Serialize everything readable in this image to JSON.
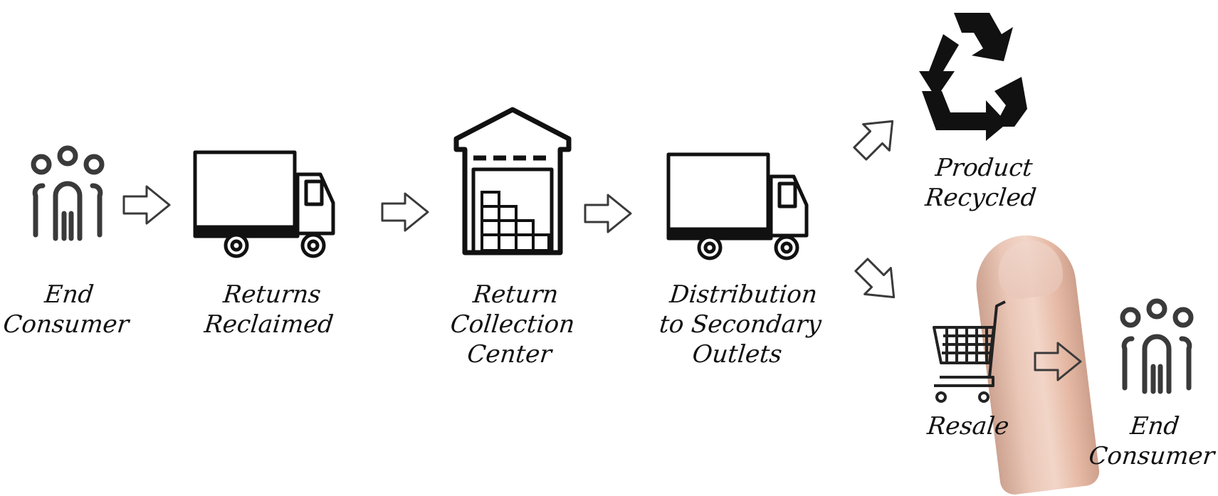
{
  "steps": {
    "end_consumer_1": [
      "End",
      "Consumer"
    ],
    "returns_reclaimed": [
      "Returns",
      "Reclaimed"
    ],
    "return_collection_center": [
      "Return",
      "Collection",
      "Center"
    ],
    "distribution": [
      "Distribution",
      "to Secondary",
      "Outlets"
    ],
    "product_recycled": [
      "Product",
      "Recycled"
    ],
    "resale": [
      "Resale"
    ],
    "end_consumer_2": [
      "End",
      "Consumer"
    ]
  },
  "icons": [
    "people-icon",
    "truck-icon",
    "warehouse-icon",
    "truck-icon",
    "recycle-icon",
    "shopping-cart-icon",
    "people-icon",
    "arrow-icon"
  ],
  "colors": {
    "stroke": "#3a3a3a",
    "text": "#111111",
    "background": "#ffffff"
  }
}
